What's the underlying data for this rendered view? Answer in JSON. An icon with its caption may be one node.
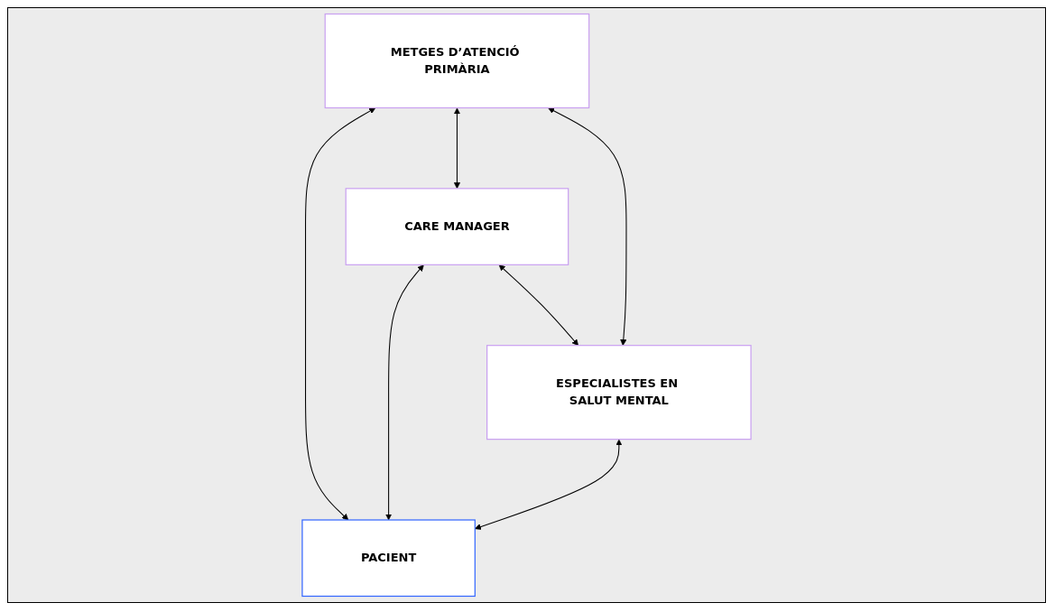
{
  "diagram": {
    "nodes": [
      {
        "text": [
          "METGES D’ATENCIÓ PRIMÀRIA"
        ]
      },
      {
        "text": [
          "CARE MANAGER"
        ]
      },
      {
        "text": [
          "PACIENT"
        ]
      },
      {
        "text": [
          "ESPECIALISTES EN SALUT MENTAL"
        ]
      }
    ],
    "edges": [
      {
        "from": 0,
        "to": 1,
        "arrow": "both"
      },
      {
        "from": 1,
        "to": 3,
        "arrow": "both"
      },
      {
        "from": 0,
        "to": 3,
        "arrow": "both"
      },
      {
        "from": 0,
        "to": 2,
        "arrow": "both"
      },
      {
        "from": 1,
        "to": 2,
        "arrow": "both"
      },
      {
        "from": 3,
        "to": 2,
        "arrow": "both"
      }
    ]
  }
}
